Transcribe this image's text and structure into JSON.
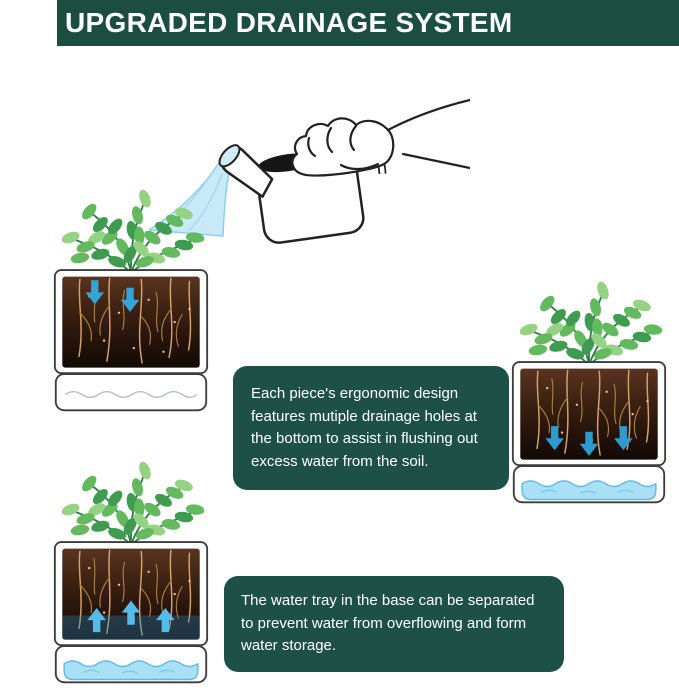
{
  "header": {
    "title": "UPGRADED DRAINAGE SYSTEM"
  },
  "callouts": {
    "drainage": {
      "text": "Each piece's ergonomic design features mutiple drainage holes at the bottom to assist in flushing out excess water from the soil."
    },
    "water_tray": {
      "text": "The water tray in the base can be separated to prevent water from overflowing and form water storage."
    }
  },
  "icons": {
    "watering_can": "watering-can-pouring-icon",
    "pot_top_left": "planter-cross-section-absorbing-icon",
    "pot_right": "planter-cross-section-draining-icon",
    "pot_bottom_left": "planter-cross-section-water-storage-icon"
  },
  "colors": {
    "banner_green": "#1b4e41",
    "callout_green": "#1d5046",
    "water_stream_blue": "#c9e9f8",
    "tray_water_blue": "#a9e0f6",
    "arrow_blue": "#35a3d7",
    "soil_brown_dark": "#26130a",
    "root_tan": "#d2a368",
    "leaf_green": "#63b95e"
  }
}
